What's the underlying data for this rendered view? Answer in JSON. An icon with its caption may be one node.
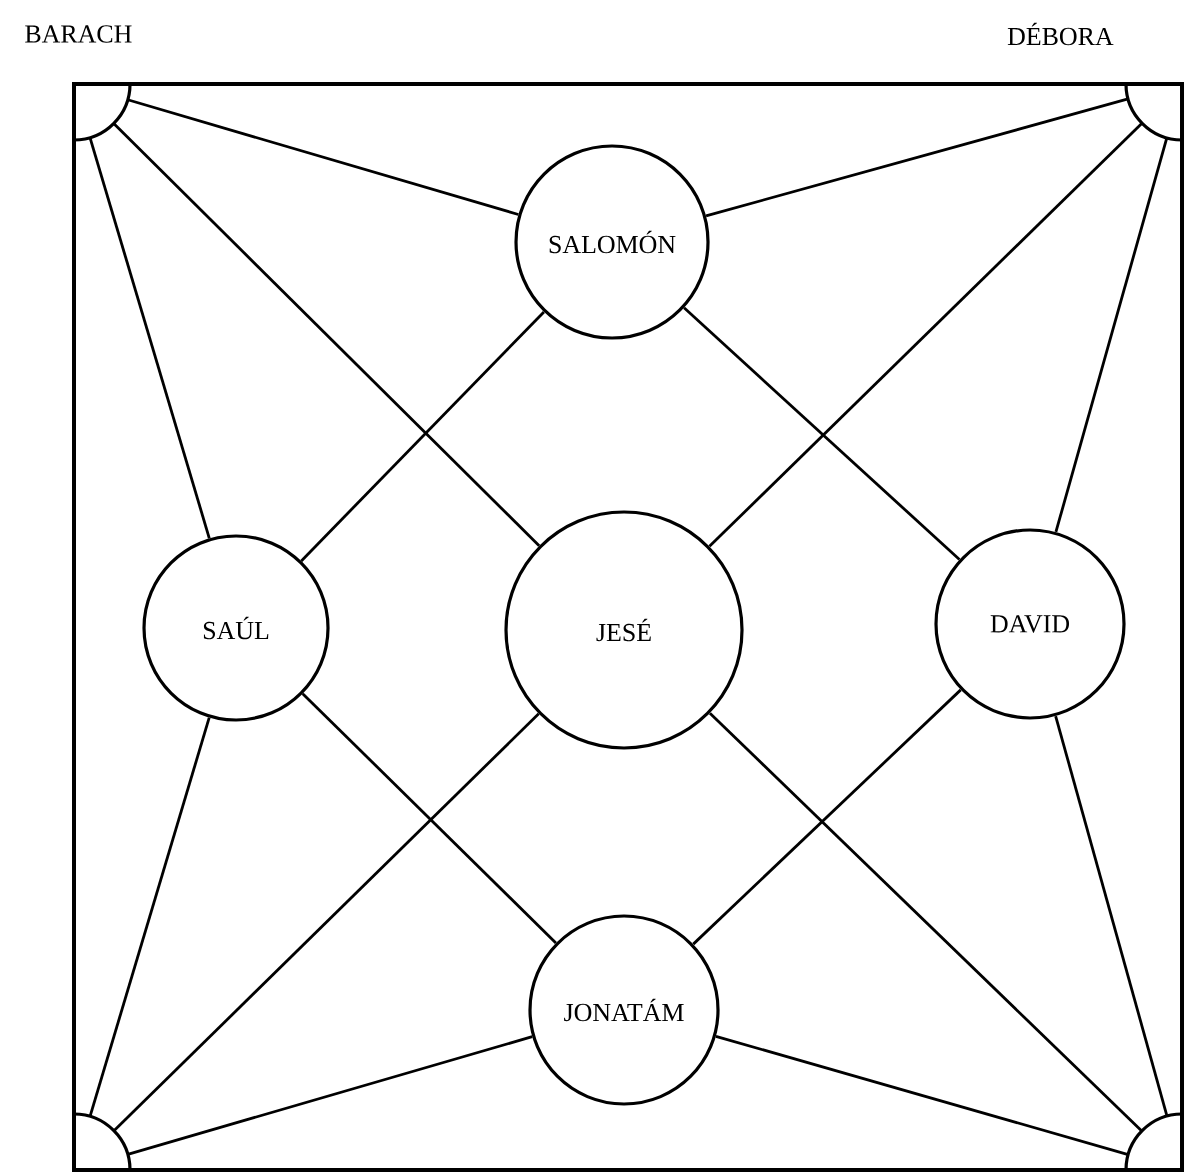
{
  "diagram": {
    "nodes": [
      {
        "text": [],
        "shape": "box"
      },
      {
        "text": [],
        "shape": "circle",
        "in": 0
      },
      {
        "text": [
          "SALOMÓN"
        ],
        "in": 0
      },
      {
        "text": [],
        "shape": "circle",
        "in": 0
      },
      {
        "text": [
          "SAÚL"
        ],
        "in": 0
      },
      {
        "text": [
          "JESÉ"
        ],
        "in": 0
      },
      {
        "text": [
          "DAVID"
        ],
        "in": 0
      },
      {
        "text": [],
        "shape": "circle",
        "in": 0
      },
      {
        "text": [
          "JONATÁM"
        ],
        "in": 0
      },
      {
        "text": [],
        "shape": "circle",
        "in": 0
      }
    ],
    "edges": [
      {
        "from": 1,
        "to": 2,
        "arrow": "none"
      },
      {
        "from": 1,
        "to": 4,
        "arrow": "none"
      },
      {
        "from": 1,
        "to": 5,
        "arrow": "none"
      },
      {
        "from": 3,
        "to": 2,
        "arrow": "none"
      },
      {
        "from": 3,
        "to": 6,
        "arrow": "none"
      },
      {
        "from": 3,
        "to": 5,
        "arrow": "none"
      },
      {
        "from": 2,
        "to": 4,
        "arrow": "none"
      },
      {
        "from": 2,
        "to": 6,
        "arrow": "none"
      },
      {
        "from": 7,
        "to": 4,
        "arrow": "none"
      },
      {
        "from": 7,
        "to": 8,
        "arrow": "none"
      },
      {
        "from": 7,
        "to": 5,
        "arrow": "none"
      },
      {
        "from": 9,
        "to": 6,
        "arrow": "none"
      },
      {
        "from": 9,
        "to": 8,
        "arrow": "none"
      },
      {
        "from": 9,
        "to": 5,
        "arrow": "none"
      },
      {
        "from": 4,
        "to": 8,
        "arrow": "none"
      },
      {
        "from": 6,
        "to": 8,
        "arrow": "none"
      }
    ],
    "labels": [
      "BARACH",
      "DÉBORA"
    ]
  }
}
